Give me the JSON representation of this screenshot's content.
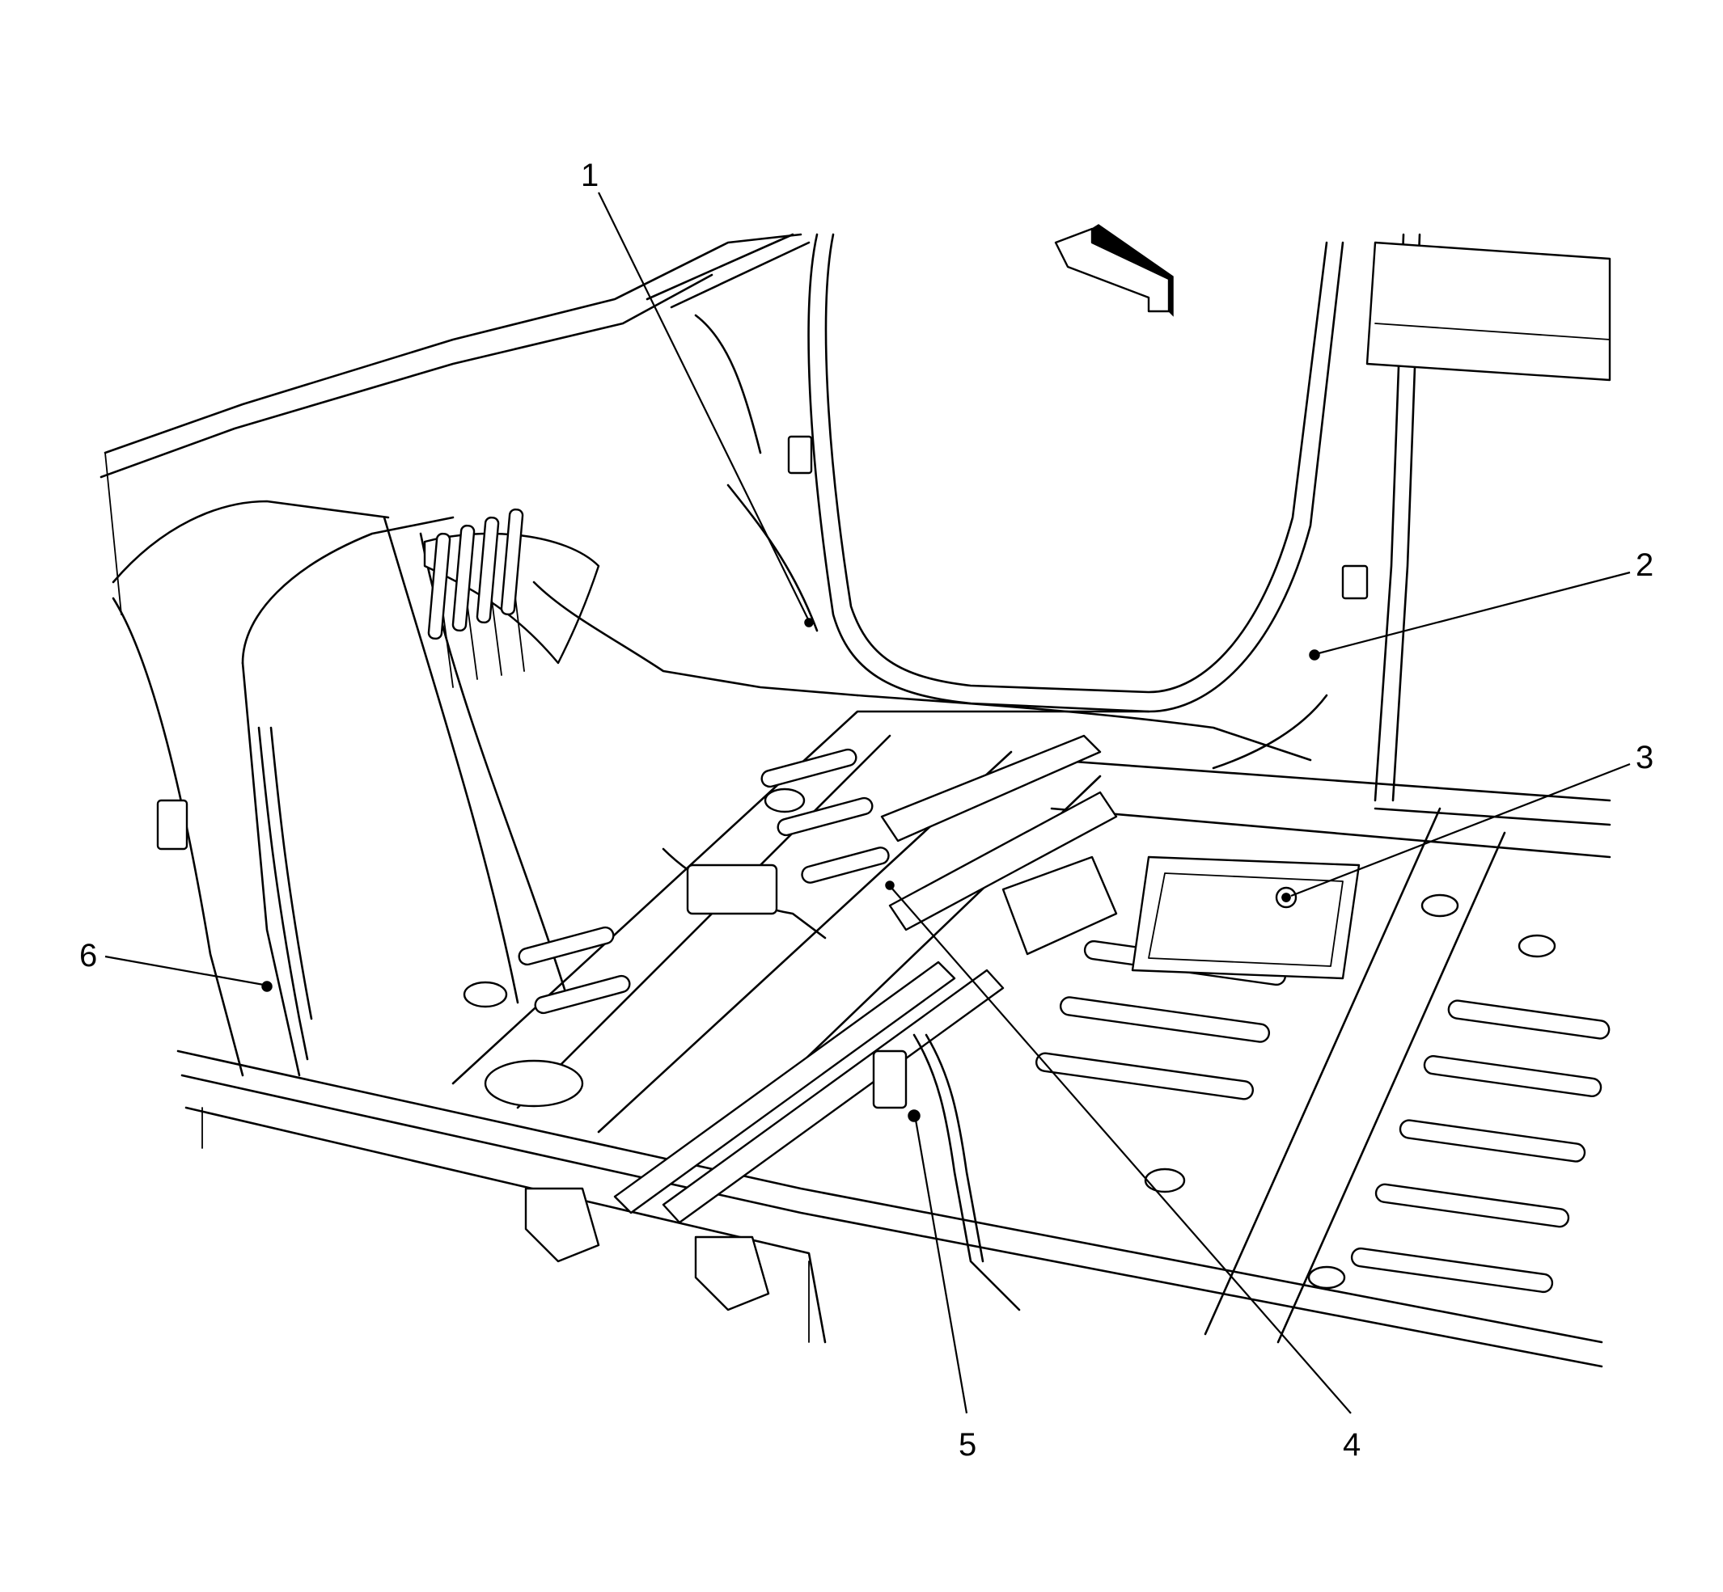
{
  "diagram": {
    "callouts": [
      {
        "id": "1",
        "label": "1"
      },
      {
        "id": "2",
        "label": "2"
      },
      {
        "id": "3",
        "label": "3"
      },
      {
        "id": "4",
        "label": "4"
      },
      {
        "id": "5",
        "label": "5"
      },
      {
        "id": "6",
        "label": "6"
      }
    ],
    "direction_arrow_icon": "forward-arrow-icon",
    "line_color": "#000000",
    "background_color": "#ffffff"
  }
}
